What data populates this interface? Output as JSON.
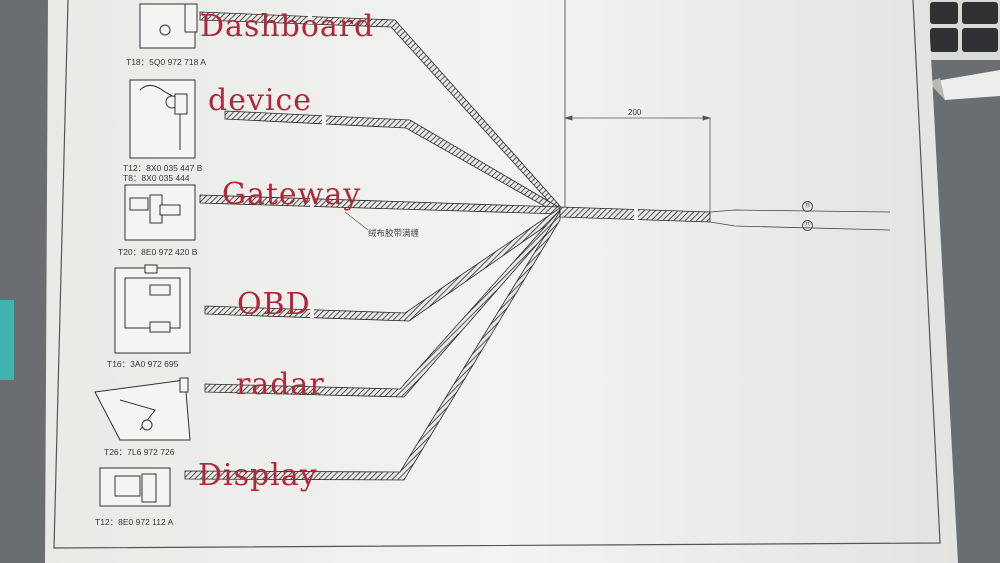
{
  "labels": {
    "dashboard": "Dashboard",
    "device": "device",
    "gateway": "Gateway",
    "obd": "OBD",
    "radar": "radar",
    "display": "Display"
  },
  "parts": {
    "t18": "T18：5Q0 972 718 A",
    "t12_device": "T12：8X0 035 447 B",
    "t8": "T8：8X0 035 444",
    "t20": "T20：8E0 972 420 B",
    "t16": "T16：3A0 972 695",
    "t26": "T26：7L6 972 726",
    "t12_display": "T12：8E0 972 112 A"
  },
  "dimension": "200",
  "tape_note": "绒布胶带满缠",
  "pins": [
    "⑲",
    "⑰"
  ],
  "colors": {
    "label_red": "#b0283a",
    "paper": "#f2f2ef",
    "line": "#333333",
    "background": "#6f7275"
  }
}
